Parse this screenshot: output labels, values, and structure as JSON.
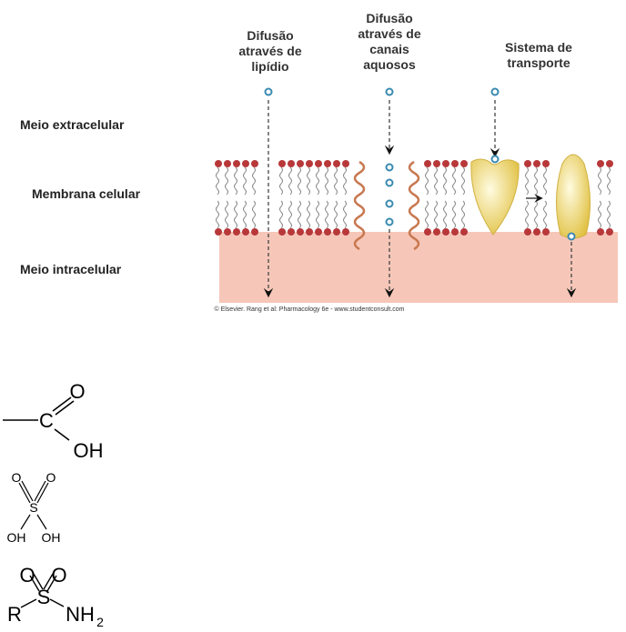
{
  "diagram": {
    "headers": {
      "lipid": [
        "Difusão",
        "através de",
        "lipídio"
      ],
      "channels": [
        "Difusão",
        "através de",
        "canais",
        "aquosos"
      ],
      "transport": [
        "Sistema de",
        "transporte"
      ]
    },
    "regions": {
      "extracellular": "Meio extracelular",
      "membrane": "Membrana celular",
      "intracellular": "Meio intracelular"
    },
    "credit": "© Elsevier. Rang et al: Pharmacology 6e - www.studentconsult.com",
    "colors": {
      "intracellular": "#f6c7b8",
      "head": "#b8383a",
      "carrier": "#f0d870",
      "helix": "#c87850",
      "molecule": "#3a8ab0"
    }
  },
  "structures": {
    "carboxyl": {
      "c": "C",
      "o": "O",
      "oh": "OH"
    },
    "sulfuric": {
      "s": "S",
      "o1": "O",
      "o2": "O",
      "oh1": "OH",
      "oh2": "OH"
    },
    "sulfonamide": {
      "r": "R",
      "s": "S",
      "o1": "O",
      "o2": "O",
      "n": "NH",
      "sub": "2"
    }
  }
}
